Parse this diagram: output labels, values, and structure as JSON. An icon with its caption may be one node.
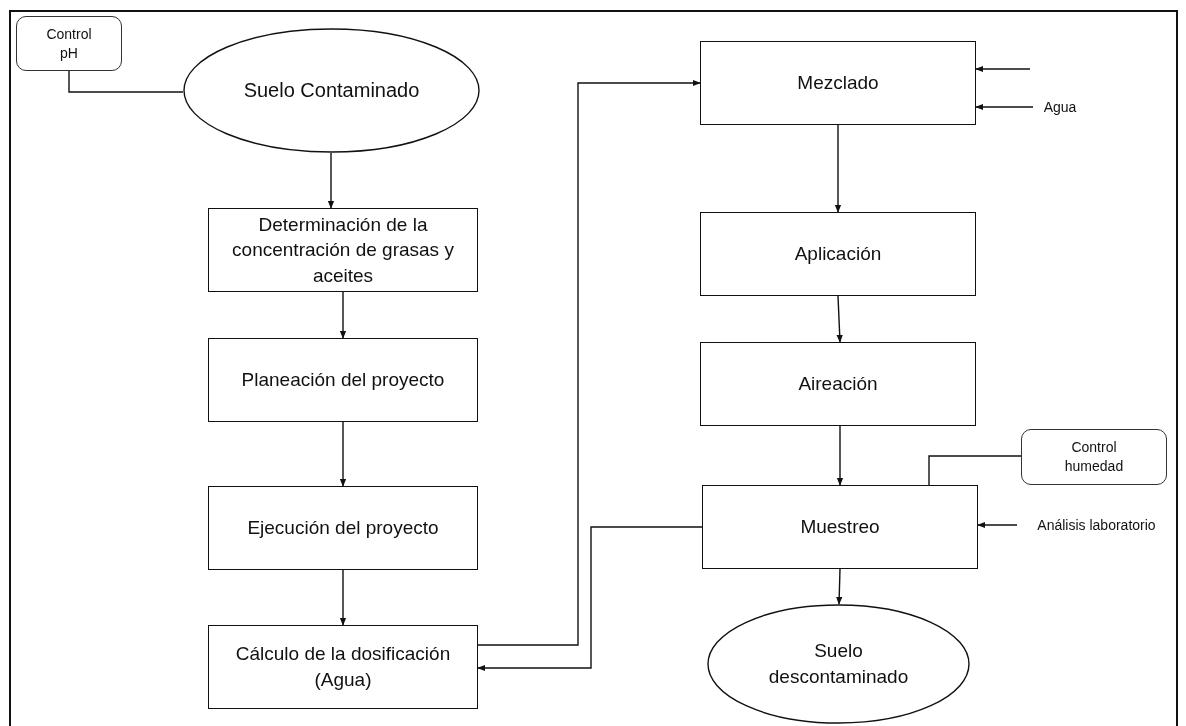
{
  "diagram": {
    "nodes": [
      {
        "text": [
          "Control pH"
        ]
      },
      {
        "text": [
          "Suelo Contaminado"
        ]
      },
      {
        "text": [
          "Determinación de la concentración de grasas y aceites"
        ]
      },
      {
        "text": [
          "Planeación del proyecto"
        ]
      },
      {
        "text": [
          "Ejecución del proyecto"
        ]
      },
      {
        "text": [
          "Cálculo de la dosificación (Agua)"
        ]
      },
      {
        "text": [
          "Mezclado"
        ]
      },
      {
        "text": [
          "Aplicación"
        ]
      },
      {
        "text": [
          "Aireación"
        ]
      },
      {
        "text": [
          "Muestreo"
        ]
      },
      {
        "text": [
          "Control humedad"
        ]
      },
      {
        "text": [
          "Suelo descontaminado"
        ]
      },
      {
        "text": [
          "Agua"
        ]
      },
      {
        "text": [
          "Análisis laboratorio"
        ]
      }
    ],
    "edges": [
      {
        "from": 0,
        "to": 1,
        "arrow": "none"
      },
      {
        "from": 1,
        "to": 2,
        "arrow": "to"
      },
      {
        "from": 2,
        "to": 3,
        "arrow": "to"
      },
      {
        "from": 3,
        "to": 4,
        "arrow": "to"
      },
      {
        "from": 4,
        "to": 5,
        "arrow": "to"
      },
      {
        "from": 5,
        "to": 6,
        "arrow": "to"
      },
      {
        "from": null,
        "to": 6,
        "arrow": "to"
      },
      {
        "from": 12,
        "to": 6,
        "arrow": "to"
      },
      {
        "from": 6,
        "to": 7,
        "arrow": "to"
      },
      {
        "from": 7,
        "to": 8,
        "arrow": "to"
      },
      {
        "from": 8,
        "to": 9,
        "arrow": "to"
      },
      {
        "from": 10,
        "to": 9,
        "arrow": "none"
      },
      {
        "from": 13,
        "to": 9,
        "arrow": "to"
      },
      {
        "from": 9,
        "to": 11,
        "arrow": "to"
      },
      {
        "from": 9,
        "to": 5,
        "arrow": "to"
      }
    ]
  }
}
